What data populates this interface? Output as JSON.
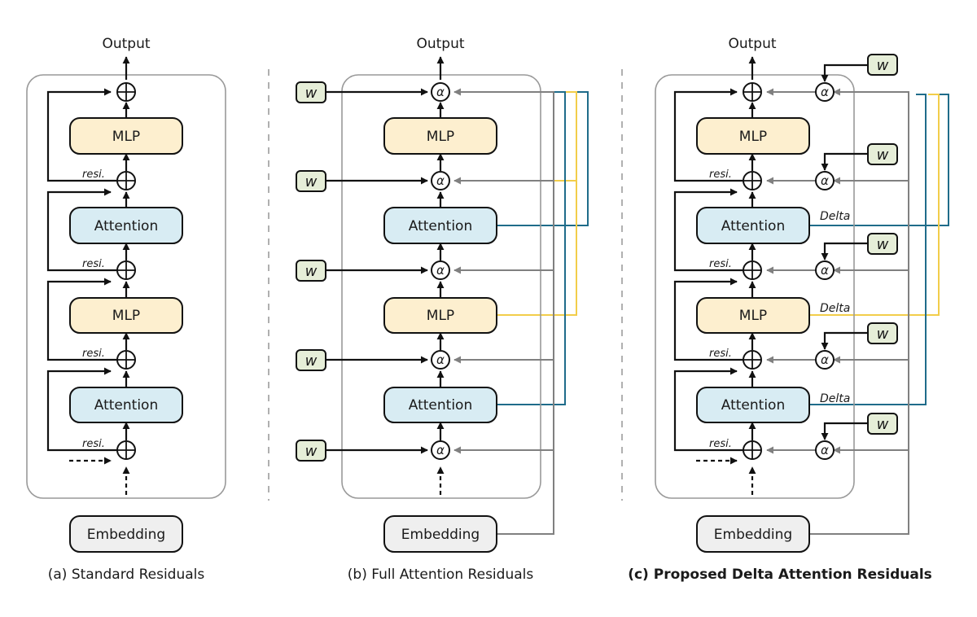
{
  "panel_a": {
    "caption": "(a) Standard Residuals",
    "output_label": "Output",
    "embedding_label": "Embedding",
    "blocks": [
      "MLP",
      "Attention",
      "MLP",
      "Attention"
    ],
    "resi_label": "resi."
  },
  "panel_b": {
    "caption": "(b) Full Attention Residuals",
    "output_label": "Output",
    "embedding_label": "Embedding",
    "blocks": [
      "MLP",
      "Attention",
      "MLP",
      "Attention"
    ],
    "weight_label": "w",
    "alpha_label": "α"
  },
  "panel_c": {
    "caption": "(c) Proposed Delta Attention Residuals",
    "output_label": "Output",
    "embedding_label": "Embedding",
    "blocks": [
      "MLP",
      "Attention",
      "MLP",
      "Attention"
    ],
    "resi_label": "resi.",
    "weight_label": "w",
    "alpha_label": "α",
    "delta_label": "Delta"
  },
  "colors": {
    "mlp_fill": "#fdefcf",
    "attention_fill": "#d8ecf3",
    "embedding_fill": "#efefef",
    "weight_fill": "#e6eed8",
    "blue_line": "#1f6c8a",
    "yellow_line": "#f2cd4a",
    "gray_line": "#808080"
  }
}
